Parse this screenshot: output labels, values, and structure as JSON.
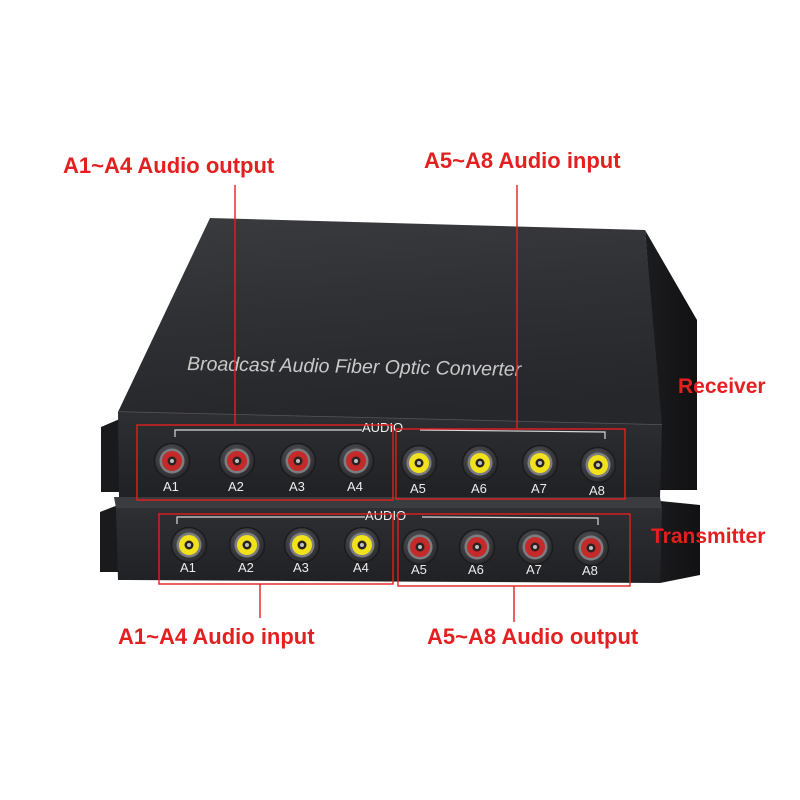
{
  "product_title": "Broadcast Audio Fiber Optic Converter",
  "annotations": {
    "receiver_output": "A1~A4 Audio output",
    "receiver_input": "A5~A8 Audio input",
    "transmitter_input": "A1~A4 Audio input",
    "transmitter_output": "A5~A8 Audio output",
    "receiver_label": "Receiver",
    "transmitter_label": "Transmitter"
  },
  "receiver": {
    "group_label": "AUDIO",
    "ports": [
      {
        "label": "A1",
        "color": "red"
      },
      {
        "label": "A2",
        "color": "red"
      },
      {
        "label": "A3",
        "color": "red"
      },
      {
        "label": "A4",
        "color": "red"
      },
      {
        "label": "A5",
        "color": "yellow"
      },
      {
        "label": "A6",
        "color": "yellow"
      },
      {
        "label": "A7",
        "color": "yellow"
      },
      {
        "label": "A8",
        "color": "yellow"
      }
    ]
  },
  "transmitter": {
    "group_label": "AUDIO",
    "ports": [
      {
        "label": "A1",
        "color": "yellow"
      },
      {
        "label": "A2",
        "color": "yellow"
      },
      {
        "label": "A3",
        "color": "yellow"
      },
      {
        "label": "A4",
        "color": "yellow"
      },
      {
        "label": "A5",
        "color": "red"
      },
      {
        "label": "A6",
        "color": "red"
      },
      {
        "label": "A7",
        "color": "red"
      },
      {
        "label": "A8",
        "color": "red"
      }
    ]
  },
  "colors": {
    "annotation": "#e41f1f",
    "red_jack": "#c42a2a",
    "yellow_jack": "#f2e21b",
    "chassis": "#2b2b2e"
  }
}
